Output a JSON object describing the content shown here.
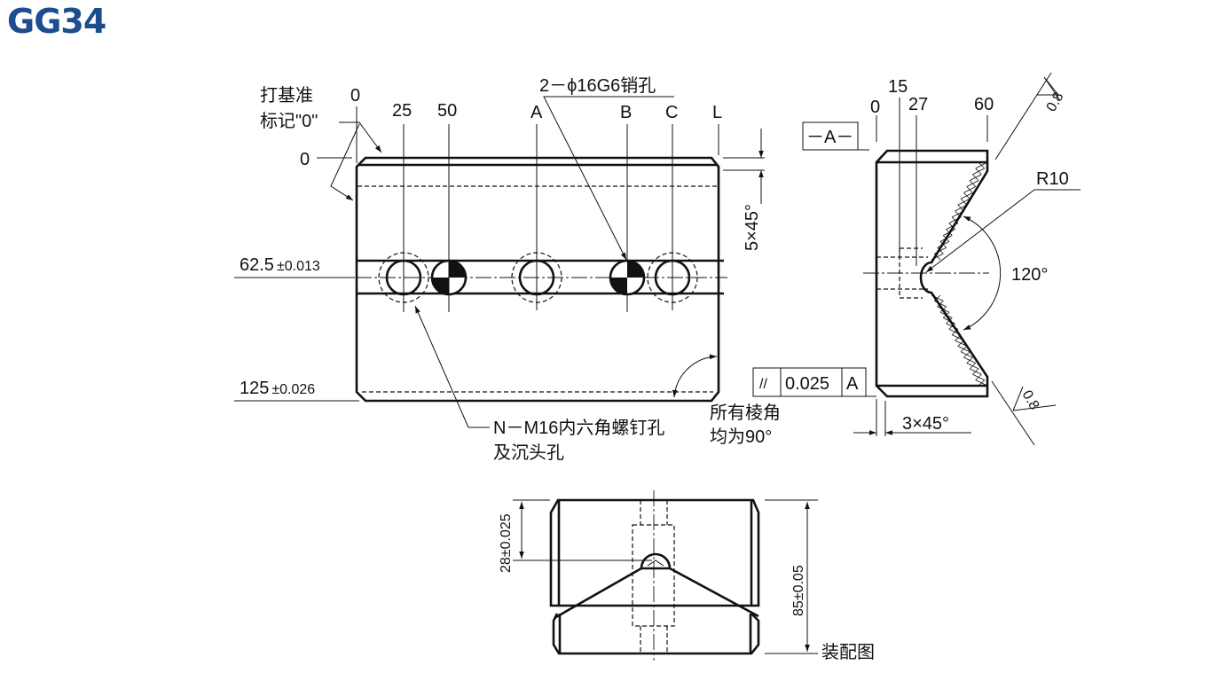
{
  "title": "GG34",
  "front_view": {
    "datum_mark_note": [
      "打基准",
      "标记\"0\""
    ],
    "zero_top": "0",
    "zero_left": "0",
    "positions": [
      "25",
      "50",
      "A",
      "B",
      "C",
      "L"
    ],
    "pin_hole_note": "2－ϕ16G6销孔",
    "chamfer": "5×45°",
    "hole_height": "62.5",
    "hole_height_tol": "±0.013",
    "height": "125",
    "height_tol": "±0.026",
    "screw_hole_note": [
      "N－M16内六角螺钉孔",
      "及沉头孔"
    ],
    "corner_note": [
      "所有棱角",
      "均为90°"
    ]
  },
  "side_view": {
    "datum": "－A－",
    "positions": [
      "0",
      "15",
      "27",
      "60"
    ],
    "radius": "R10",
    "angle": "120°",
    "roughness_top": "0.8",
    "roughness_bottom": "0.8",
    "parallel_symbol": "//",
    "parallel_tol": "0.025",
    "parallel_datum": "A",
    "chamfer": "3×45°"
  },
  "assembly_view": {
    "dim_28": "28±0.025",
    "dim_85": "85±0.05",
    "label": "装配图"
  }
}
